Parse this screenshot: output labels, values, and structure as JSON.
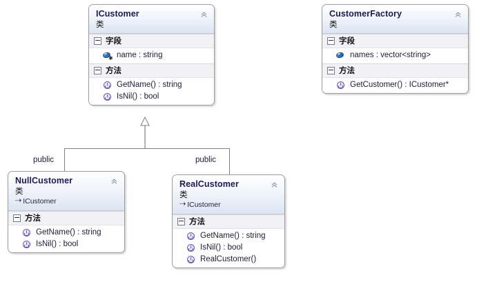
{
  "diagram": {
    "title": "UML Class Diagram",
    "background_color": "#ffffff",
    "border_color": "#9a9a9a",
    "header_accent_color": "#dde5f2",
    "title_text_color": "#1b1b52",
    "field_icon_color": "#2f6fb8",
    "method_icon_color": "#6d5aa8",
    "connector_color": "#808080"
  },
  "classes": [
    {
      "id": "icustomer",
      "name": "ICustomer",
      "stereotype": "类",
      "base": null,
      "collapse_icon": "chevron-up-double",
      "compartments": [
        {
          "id": "fields",
          "title": "字段",
          "expander": "minus-box",
          "members": [
            {
              "icon": "field-icon",
              "access": "protected",
              "text": "name : string"
            }
          ]
        },
        {
          "id": "methods",
          "title": "方法",
          "expander": "minus-box",
          "members": [
            {
              "icon": "method-icon",
              "access": "public",
              "text": "GetName() : string"
            },
            {
              "icon": "method-icon",
              "access": "public",
              "text": "IsNil() : bool"
            }
          ]
        }
      ]
    },
    {
      "id": "customerfactory",
      "name": "CustomerFactory",
      "stereotype": "类",
      "base": null,
      "collapse_icon": "chevron-up-double",
      "compartments": [
        {
          "id": "fields",
          "title": "字段",
          "expander": "minus-box",
          "members": [
            {
              "icon": "field-icon",
              "access": "public",
              "text": "names : vector<string>"
            }
          ]
        },
        {
          "id": "methods",
          "title": "方法",
          "expander": "minus-box",
          "members": [
            {
              "icon": "method-icon",
              "access": "public",
              "text": "GetCustomer() : ICustomer*"
            }
          ]
        }
      ]
    },
    {
      "id": "nullcustomer",
      "name": "NullCustomer",
      "stereotype": "类",
      "base": "ICustomer",
      "base_arrow": "⇢",
      "collapse_icon": "chevron-up-double",
      "compartments": [
        {
          "id": "methods",
          "title": "方法",
          "expander": "minus-box",
          "members": [
            {
              "icon": "method-icon",
              "access": "public",
              "text": "GetName() : string"
            },
            {
              "icon": "method-icon",
              "access": "public",
              "text": "IsNil() : bool"
            }
          ]
        }
      ]
    },
    {
      "id": "realcustomer",
      "name": "RealCustomer",
      "stereotype": "类",
      "base": "ICustomer",
      "base_arrow": "⇢",
      "collapse_icon": "chevron-up-double",
      "compartments": [
        {
          "id": "methods",
          "title": "方法",
          "expander": "minus-box",
          "members": [
            {
              "icon": "method-icon",
              "access": "public",
              "text": "GetName() : string"
            },
            {
              "icon": "method-icon",
              "access": "public",
              "text": "IsNil() : bool"
            },
            {
              "icon": "method-icon",
              "access": "public",
              "text": "RealCustomer()"
            }
          ]
        }
      ]
    }
  ],
  "connections": [
    {
      "id": "nullcustomer-inherits-icustomer",
      "from": "NullCustomer",
      "to": "ICustomer",
      "type": "generalization",
      "label": "public"
    },
    {
      "id": "realcustomer-inherits-icustomer",
      "from": "RealCustomer",
      "to": "ICustomer",
      "type": "generalization",
      "label": "public"
    }
  ]
}
